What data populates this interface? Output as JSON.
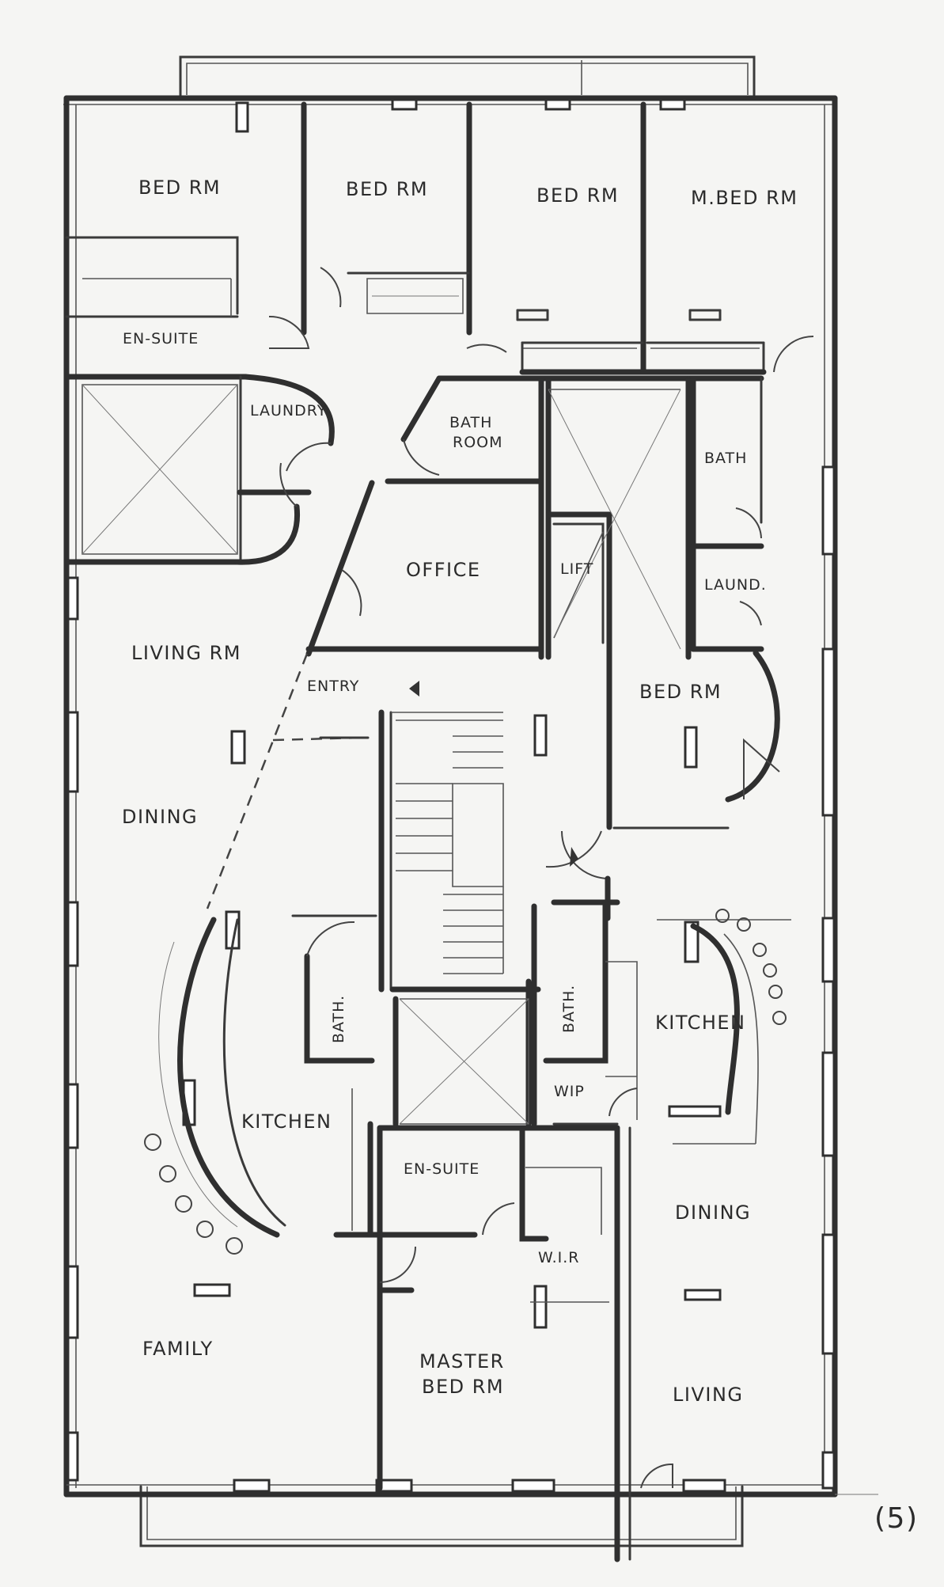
{
  "plan": {
    "sheet_number": "(5)",
    "rooms": {
      "bed_rm_1": "BED RM",
      "bed_rm_2": "BED RM",
      "bed_rm_3": "BED RM",
      "m_bed_rm": "M.BED RM",
      "en_suite_top": "EN-SUITE",
      "laundry": "LAUNDRY",
      "bath_room_line1": "BATH",
      "bath_room_line2": "ROOM",
      "bath_right": "BATH",
      "office": "OFFICE",
      "lift": "LIFT",
      "laund": "LAUND.",
      "living_rm": "LIVING RM",
      "entry": "ENTRY",
      "bed_rm_mid": "BED RM",
      "dining_left": "DINING",
      "bath_left": "BATH.",
      "bath_center": "BATH.",
      "kitchen_right": "KITCHEN",
      "wip": "WIP",
      "kitchen_left": "KITCHEN",
      "en_suite_bottom": "EN-SUITE",
      "dining_right": "DINING",
      "wir": "W.I.R",
      "family": "FAMILY",
      "master_line1": "MASTER",
      "master_line2": "BED RM",
      "living_right": "LIVING"
    }
  }
}
